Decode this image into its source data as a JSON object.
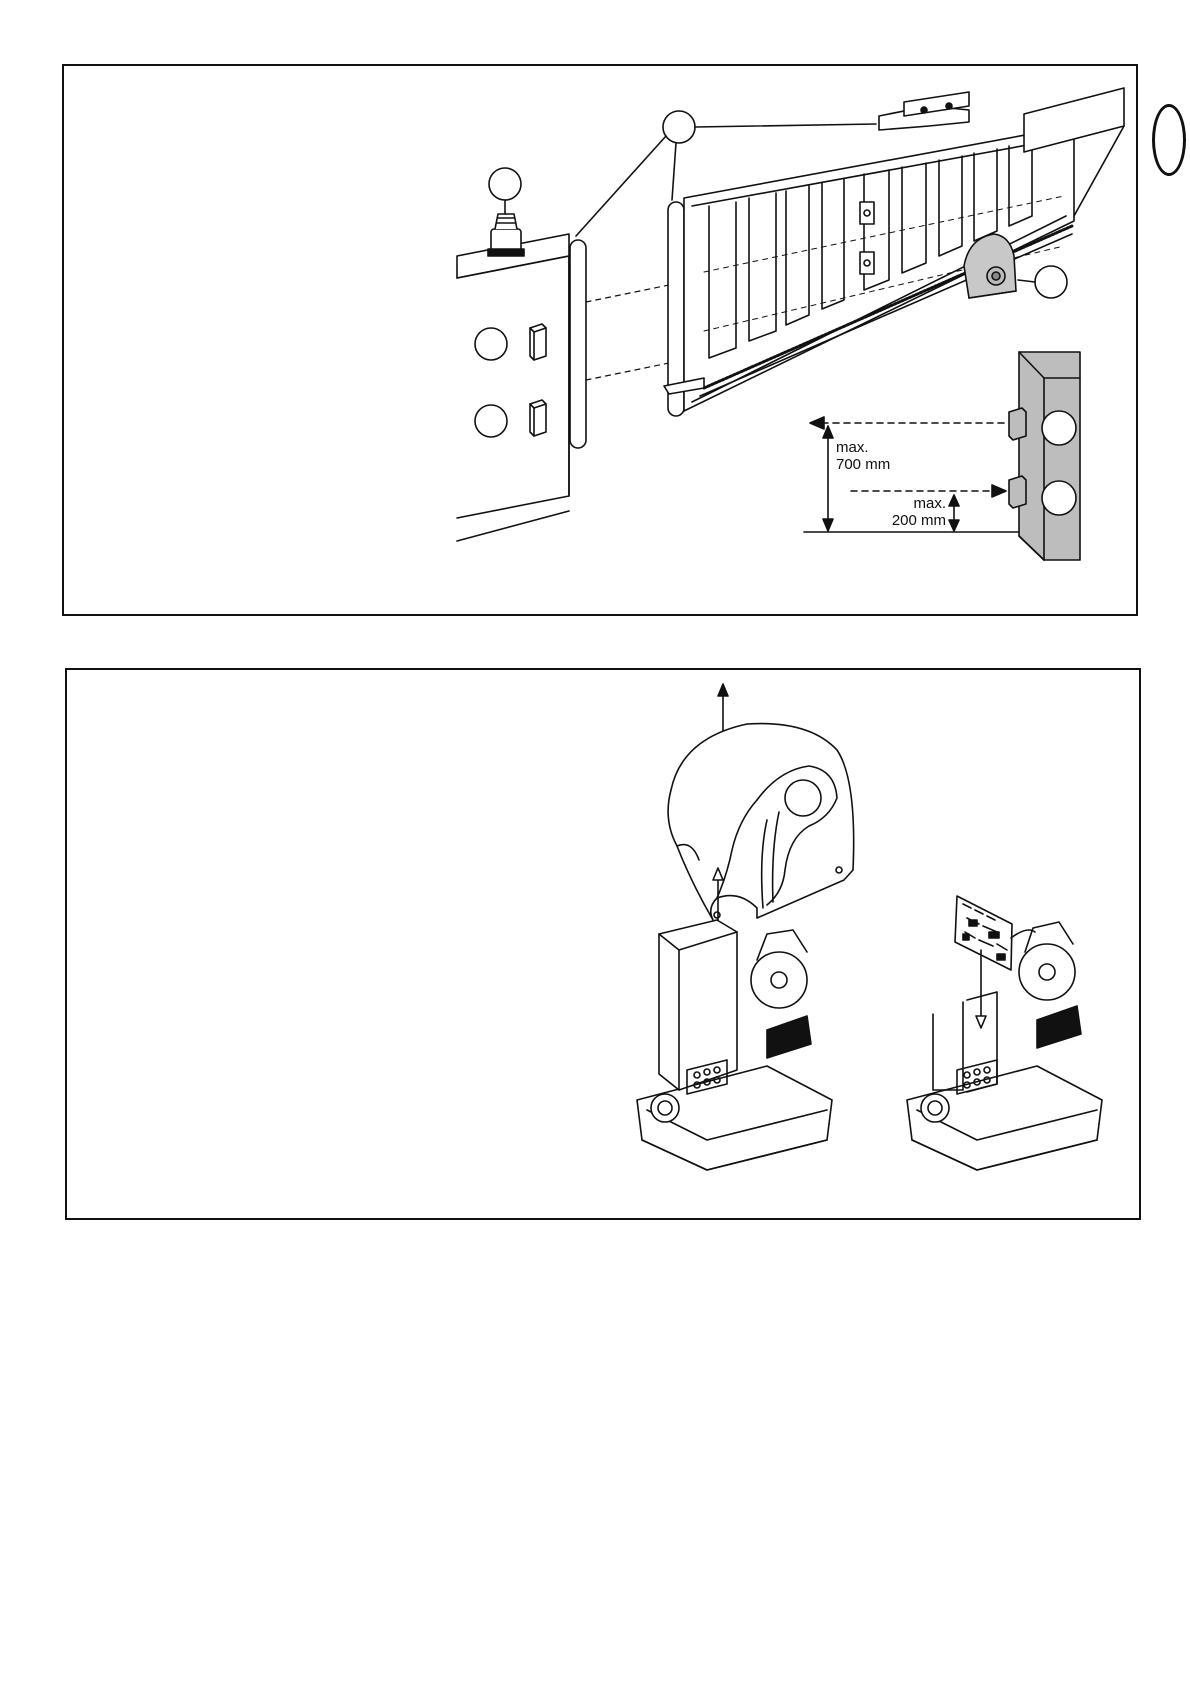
{
  "top_figure": {
    "dimension_upper": {
      "line1": "max.",
      "line2": "700 mm"
    },
    "dimension_lower": {
      "line1": "max.",
      "line2": "200 mm"
    }
  },
  "bottom_figure": {},
  "colors": {
    "ink": "#111111",
    "motor_fill": "#c8c8c8",
    "wall_fill": "#bdbdbd"
  }
}
